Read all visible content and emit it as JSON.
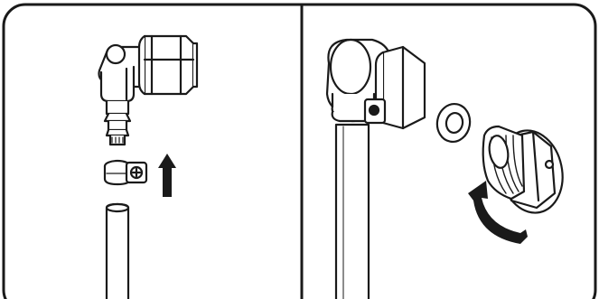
{
  "figure": {
    "panels": [
      {
        "id": "panel-left",
        "parts": [
          "elbow-connector",
          "hose-barb",
          "hose-clamp",
          "hose",
          "up-arrow"
        ]
      },
      {
        "id": "panel-right",
        "parts": [
          "assembled-elbow",
          "clamped-hose",
          "sealing-washer",
          "threaded-plug",
          "rotation-arrow"
        ]
      }
    ]
  },
  "colors": {
    "line": "#1a1a1a",
    "fill": "#ffffff",
    "border": "#1a1a1a"
  },
  "icons": [
    "up-arrow-icon",
    "rotate-arrow-icon"
  ]
}
